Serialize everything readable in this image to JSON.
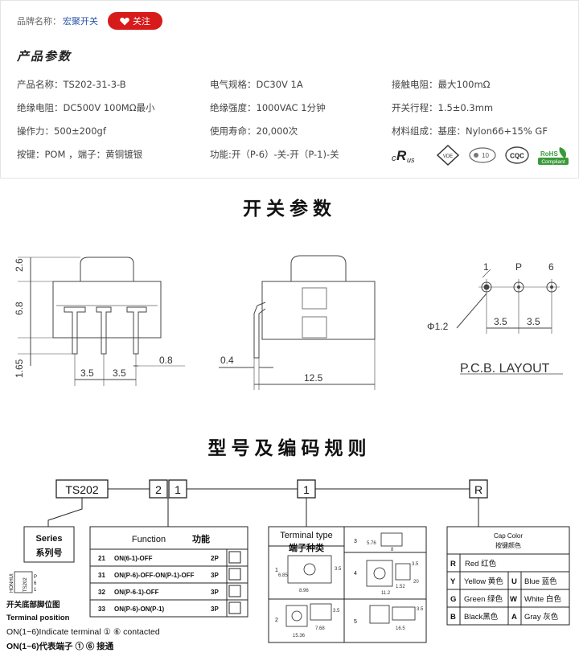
{
  "header": {
    "brand_label": "品牌名称：",
    "brand_name": "宏聚开关",
    "follow_label": "关注",
    "params_title": "产品参数"
  },
  "params": {
    "model": "产品名称：TS202-31-3-B",
    "electrical": "电气规格：DC30V  1A",
    "contact_res": "接触电阻：最大100mΩ",
    "insulation": "绝缘电阻：DC500V  100MΩ最小",
    "dielectric": "绝缘强度：1000VAC  1分钟",
    "travel": "开关行程：1.5±0.3mm",
    "force": "操作力：500±200gf",
    "life": "使用寿命：20,000次",
    "material": "材料组成：基座：Nylon66+15% GF",
    "button": "按键：POM    ，端子：黄铜镀银",
    "function": "功能:开（P-6）-关-开（P-1)-关"
  },
  "certs": {
    "ul": "us",
    "cqc": "CQC",
    "rohs_top": "RoHS",
    "rohs_bottom": "Compliant",
    "vde": "VDE",
    "ten": "10"
  },
  "sections": {
    "switch_params": "开关参数",
    "model_rules": "型号及编码规则"
  },
  "drawing": {
    "dim_26": "2.6",
    "dim_68": "6.8",
    "dim_165": "1.65",
    "dim_35a": "3.5",
    "dim_35b": "3.5",
    "dim_08": "0.8",
    "dim_04": "0.4",
    "dim_125": "12.5",
    "pin_1": "1",
    "pin_p": "P",
    "pin_6": "6",
    "phi": "Φ1.2",
    "pcb_35a": "3.5",
    "pcb_35b": "3.5",
    "pcb_layout": "P.C.B. LAYOUT"
  },
  "coding": {
    "ts": "TS202",
    "d2": "2",
    "d1": "1",
    "d1b": "1",
    "dr": "R",
    "series_en": "Series",
    "series_cn": "系列号",
    "func_en": "Function",
    "func_cn": "功能",
    "func_rows": [
      {
        "code": "21",
        "desc": "ON(6-1)-OFF",
        "pole": "2P"
      },
      {
        "code": "31",
        "desc": "ON(P-6)-OFF-ON(P-1)-OFF",
        "pole": "3P"
      },
      {
        "code": "32",
        "desc": "ON(P-6-1)-OFF",
        "pole": "3P"
      },
      {
        "code": "33",
        "desc": "ON(P-6)-ON(P-1)",
        "pole": "3P"
      }
    ],
    "term_en": "Terminal type",
    "term_cn": "端子种类",
    "term_nums": [
      "1",
      "2",
      "3",
      "4",
      "5"
    ],
    "term_dims": {
      "t1_w": "8.96",
      "t1_h": "6.85",
      "t1_s": "3.5",
      "t2_w": "15.36",
      "t2_m": "7.68",
      "t2_s": "3.5",
      "t3_a": "5.76",
      "t3_b": "8",
      "t4_a": "11.2",
      "t4_b": "1.52",
      "t4_c": "3.5",
      "t4_d": "20",
      "t5_a": "16.5",
      "t5_b": "3.5"
    },
    "cap_en": "Cap Color",
    "cap_cn": "按键颜色",
    "caps": [
      {
        "code": "R",
        "label": "Red 红色"
      },
      {
        "code": "Y",
        "label": "Yellow 黄色"
      },
      {
        "code": "U",
        "label": "Blue 蓝色"
      },
      {
        "code": "G",
        "label": "Green 绿色"
      },
      {
        "code": "W",
        "label": "White 白色"
      },
      {
        "code": "B",
        "label": "Black黑色"
      },
      {
        "code": "A",
        "label": "Gray 灰色"
      }
    ],
    "pos_ts": "TS202",
    "pos_num_p": "P",
    "pos_num_6": "6",
    "pos_num_1": "1",
    "pos_brand": "HONHUI",
    "note_cn1": "开关底部脚位图",
    "note_en1": "Terminal position",
    "note_en2": "ON(1~6)Indicate terminal ① ⑥ contacted",
    "note_cn2": "ON(1~6)代表端子 ① ⑥ 接通"
  }
}
